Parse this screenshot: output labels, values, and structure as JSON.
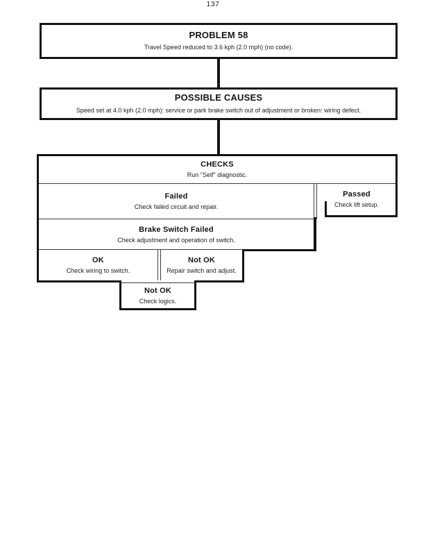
{
  "colors": {
    "ink": "#141414",
    "paper": "#ffffff"
  },
  "page": {
    "number": "137"
  },
  "flowchart": {
    "problem": {
      "title": "PROBLEM 58",
      "subtitle": "Travel Speed reduced to 3.6 kph (2.0 mph) (no code)."
    },
    "causes": {
      "title": "POSSIBLE CAUSES",
      "subtitle": "Speed set at 4.0 kph (2.0 mph): service or park brake switch out of adjustment or broken: wiring defect."
    },
    "checks": {
      "title": "CHECKS",
      "subtitle": "Run \"Self\" diagnostic.",
      "failed": {
        "title": "Failed",
        "subtitle": "Check failed circuit and repair."
      },
      "passed": {
        "title": "Passed",
        "subtitle": "Check lift setup."
      },
      "brake_switch": {
        "title": "Brake Switch Failed",
        "subtitle": "Check adjustment and operation of switch."
      },
      "ok": {
        "title": "OK",
        "subtitle": "Check wiring to switch."
      },
      "not_ok": {
        "title": "Not OK",
        "subtitle": "Repair switch and adjust."
      },
      "not_ok_logics": {
        "title": "Not OK",
        "subtitle": "Check logics."
      }
    }
  }
}
